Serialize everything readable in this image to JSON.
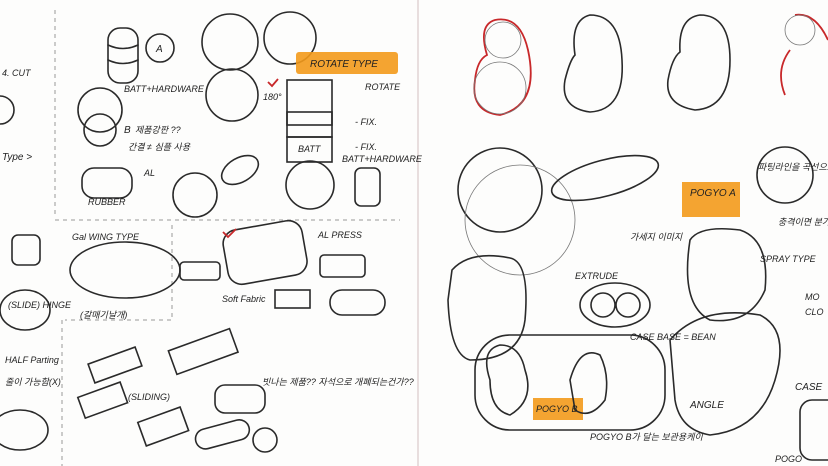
{
  "left_page": {
    "labels": {
      "cut": "4. CUT",
      "type_left": "Type >",
      "batt_hardware": "BATT+HARDWARE",
      "badge_a": "A",
      "badge_b": "B",
      "rubber": "RUBBER",
      "al": "AL",
      "rotate_type": "ROTATE TYPE",
      "rotate": "ROTATE",
      "fix1": "- FIX.",
      "fix2": "- FIX.",
      "batt": "BATT",
      "batt_hardware_2": "BATT+HARDWARE",
      "angle_180": "180°",
      "gal_wing_type": "Gal WING TYPE",
      "slide_hinge": "(SLIDE) HINGE",
      "half_parting": "HALF Parting",
      "soft_fabric": "Soft Fabric",
      "al_press": "AL PRESS",
      "sliding": "(SLIDING)",
      "korean_note_1": "제품강판 ??",
      "korean_note_2": "간결 ≠ 심플 사용",
      "korean_note_3": "(갈매기날개)",
      "korean_note_4": "빗나는 제품?? 자석으로 개폐되는건가??",
      "korean_note_5": "줄이 가능함(X)"
    }
  },
  "right_page": {
    "labels": {
      "pogyo_a": "POGYO A",
      "pogyo_b": "POGYO B",
      "pogyo_b_note": "POGYO B가 달는 보관용케이",
      "extrude": "EXTRUDE",
      "case_base": "CASE BASE = BEAN",
      "angle": "ANGLE",
      "spray_type": "SPRAY TYPE",
      "case": "CASE",
      "pogo": "POGO",
      "mo": "MO",
      "clo": "CLO",
      "korean_note_1": "가세지 이미지",
      "korean_note_2": "파팅라인을 곡선으로 내리는 힘든가??",
      "korean_note_3": "충격이면 분가!!"
    }
  },
  "colors": {
    "highlight": "#f39a1b",
    "red_pen": "#c8282a",
    "ink": "#2a2a2a"
  }
}
